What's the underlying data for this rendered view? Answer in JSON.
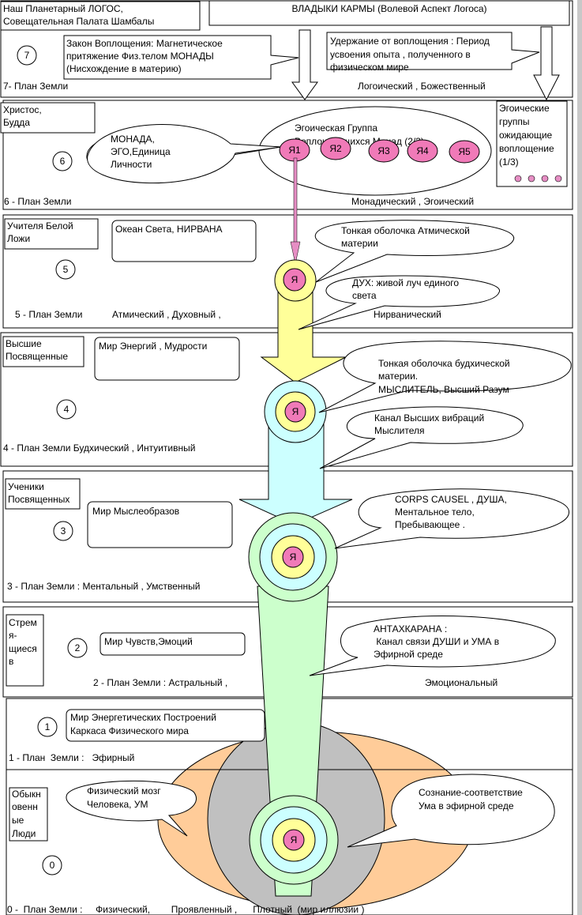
{
  "colors": {
    "monad_pink": "#f07ab8",
    "monad_light": "#e68ec4",
    "atmic_yellow": "#ffff99",
    "buddhic_cyan": "#ccffff",
    "mental_green": "#ccffcc",
    "astral_gray": "#c0c0c0",
    "etheric_orange": "#ffcc99",
    "line": "#000000"
  },
  "header": {
    "logos_label": [
      "Наш Планетарный ЛОГОС,",
      "Совещательная Палата Шамбалы"
    ],
    "karma_label": "ВЛАДЫКИ КАРМЫ (Волевой Аспект Логоса)"
  },
  "planes": [
    {
      "number": "7",
      "plane_label": "7- План Земли",
      "plane_type": "Логоический ,  Божественный",
      "callouts": [
        [
          "Закон Воплощения: Магнетическое",
          "притяжение Физ.телом МОНАДЫ",
          "(Нисхождение в материю)"
        ],
        [
          "Удержание от воплощения : Период",
          "усвоения опыта , полученного в",
          "физическом мире"
        ]
      ]
    },
    {
      "number": "6",
      "beings": [
        "Христос,",
        "Будда"
      ],
      "plane_label": "6 - План Земли",
      "plane_type": "Монадический , Эгоический",
      "monad_callout": [
        "МОНАДА,",
        "ЭГО,Единица",
        "Личности"
      ],
      "group_label": [
        "Эгоическая Группа",
        "Воплощающихся Монад     (2/3)"
      ],
      "monads": [
        "Я1",
        "Я2",
        "Я3",
        "Я4",
        "Я5"
      ],
      "waiting_groups": [
        "Эгоические",
        "группы",
        "ожидающие",
        "воплощение",
        "(1/3)"
      ],
      "waiting_dots_count": 4
    },
    {
      "number": "5",
      "beings": [
        "Учителя Белой",
        "Ложи"
      ],
      "world": [
        "Океан Света, НИРВАНА"
      ],
      "plane_label": "5 - План Земли",
      "plane_type_left": "Атмический , Духовный  ,",
      "plane_type_right": "Нирванический",
      "callouts": [
        [
          "Тонкая оболочка Атмической",
          "материи"
        ],
        [
          "ДУХ: живой луч единого",
          "света"
        ]
      ]
    },
    {
      "number": "4",
      "beings": [
        "Высшие",
        "Посвященные"
      ],
      "world": [
        "Мир Энергий , Мудрости"
      ],
      "plane_label": "4 - План Земли     Будхический , Интуитивный",
      "callouts": [
        [
          "Тонкая оболочка будхической",
          "материи.",
          "МЫСЛИТЕЛЬ, Высший Разум"
        ],
        [
          "Канал Высших вибраций",
          "Мыслителя"
        ]
      ]
    },
    {
      "number": "3",
      "beings": [
        "Ученики",
        "Посвященных"
      ],
      "world": [
        "Мир Мыслеобразов"
      ],
      "plane_label": "3 - План Земли   :   Ментальный , Умственный",
      "callouts": [
        [
          "CORPS CAUSEL , ДУША,",
          "Ментальное тело,",
          "Пребывающее ."
        ]
      ]
    },
    {
      "number": "2",
      "beings": [
        "Стрем",
        "я-",
        "щиеся",
        "в"
      ],
      "world": [
        "Мир Чувств,Эмоций"
      ],
      "plane_label": "2  - План Земли : Астральный ,",
      "plane_type_right": "Эмоциональный",
      "callouts": [
        [
          "АНТАХКАРАНА :",
          " Канал связи ДУШИ и УМА в",
          "Эфирной среде"
        ]
      ]
    },
    {
      "number": "1",
      "world": [
        "Мир Энергетических Построений",
        "Каркаса Физического мира"
      ],
      "plane_label": "1 - План  Земли :   Эфирный"
    },
    {
      "number": "0",
      "beings": [
        "Обыкн",
        "овенн",
        "ые",
        "Люди"
      ],
      "plane_label": "0 -  План Земли :     Физический,        Проявленный ,      Плотный  (мир иллюзии )",
      "callouts": [
        [
          "Физический мозг",
          "Человека, УМ"
        ],
        [
          "Сознание-соответствие",
          "Ума в эфирной среде"
        ]
      ]
    }
  ],
  "self_label": "Я"
}
